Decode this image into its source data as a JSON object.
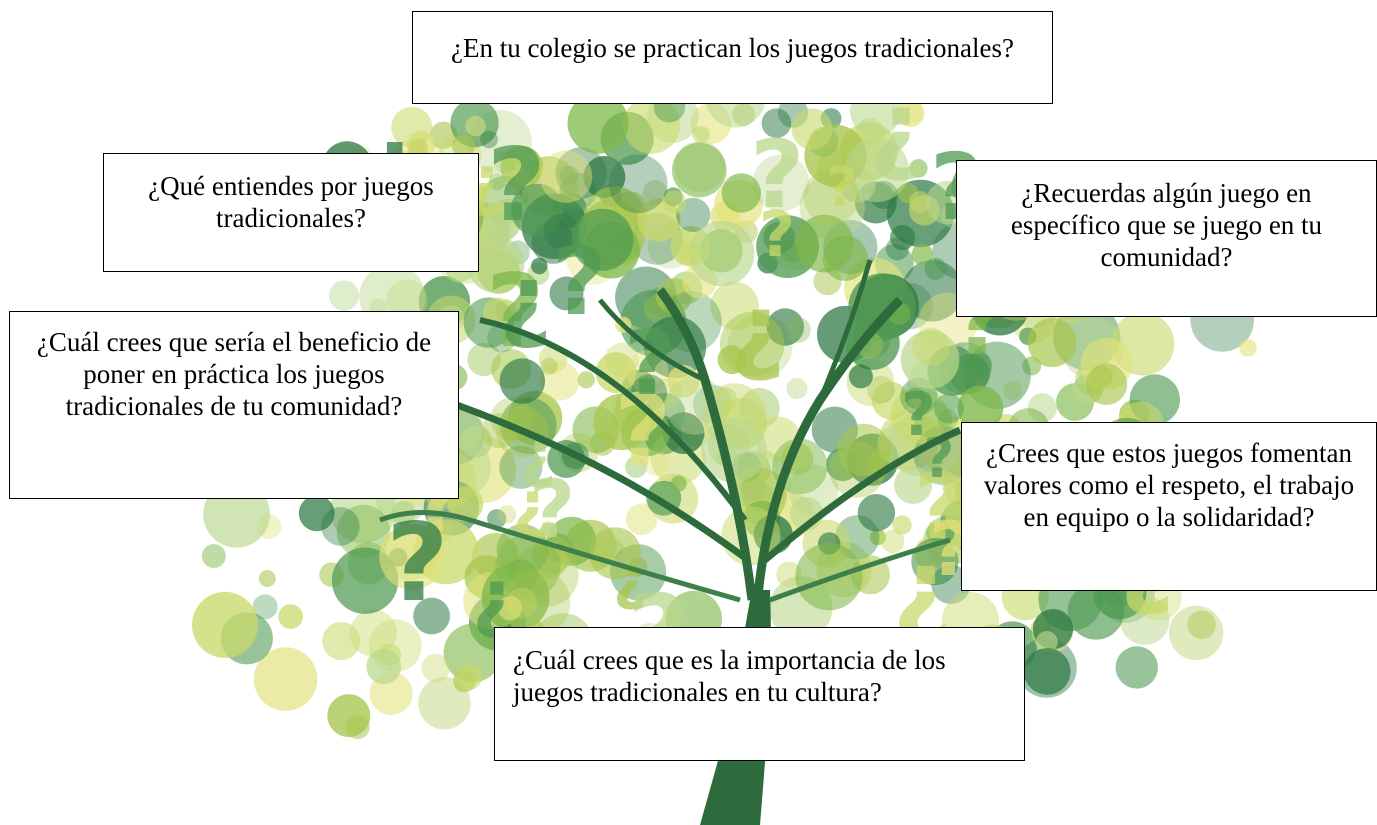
{
  "questions": [
    "¿En tu colegio se practican los juegos tradicionales?",
    "¿Qué entiendes por juegos tradicionales?",
    "¿Recuerdas algún juego en específico que se juego en tu comunidad?",
    "¿Cuál crees que sería el beneficio de poner en práctica los juegos tradicionales de tu comunidad?",
    "¿Crees que estos juegos fomentan valores como el respeto, el trabajo en equipo o la solidaridad?",
    "¿Cuál crees que es la importancia de los juegos tradicionales en tu cultura?"
  ],
  "colors": {
    "trunk": "#2e6b3c",
    "foliage": [
      "#c8d96a",
      "#a8c64e",
      "#7fb84a",
      "#4f9a52",
      "#2f7a45",
      "#e2e27a",
      "#b9d78c"
    ]
  },
  "icons": {
    "background": "question-mark-tree-illustration"
  }
}
